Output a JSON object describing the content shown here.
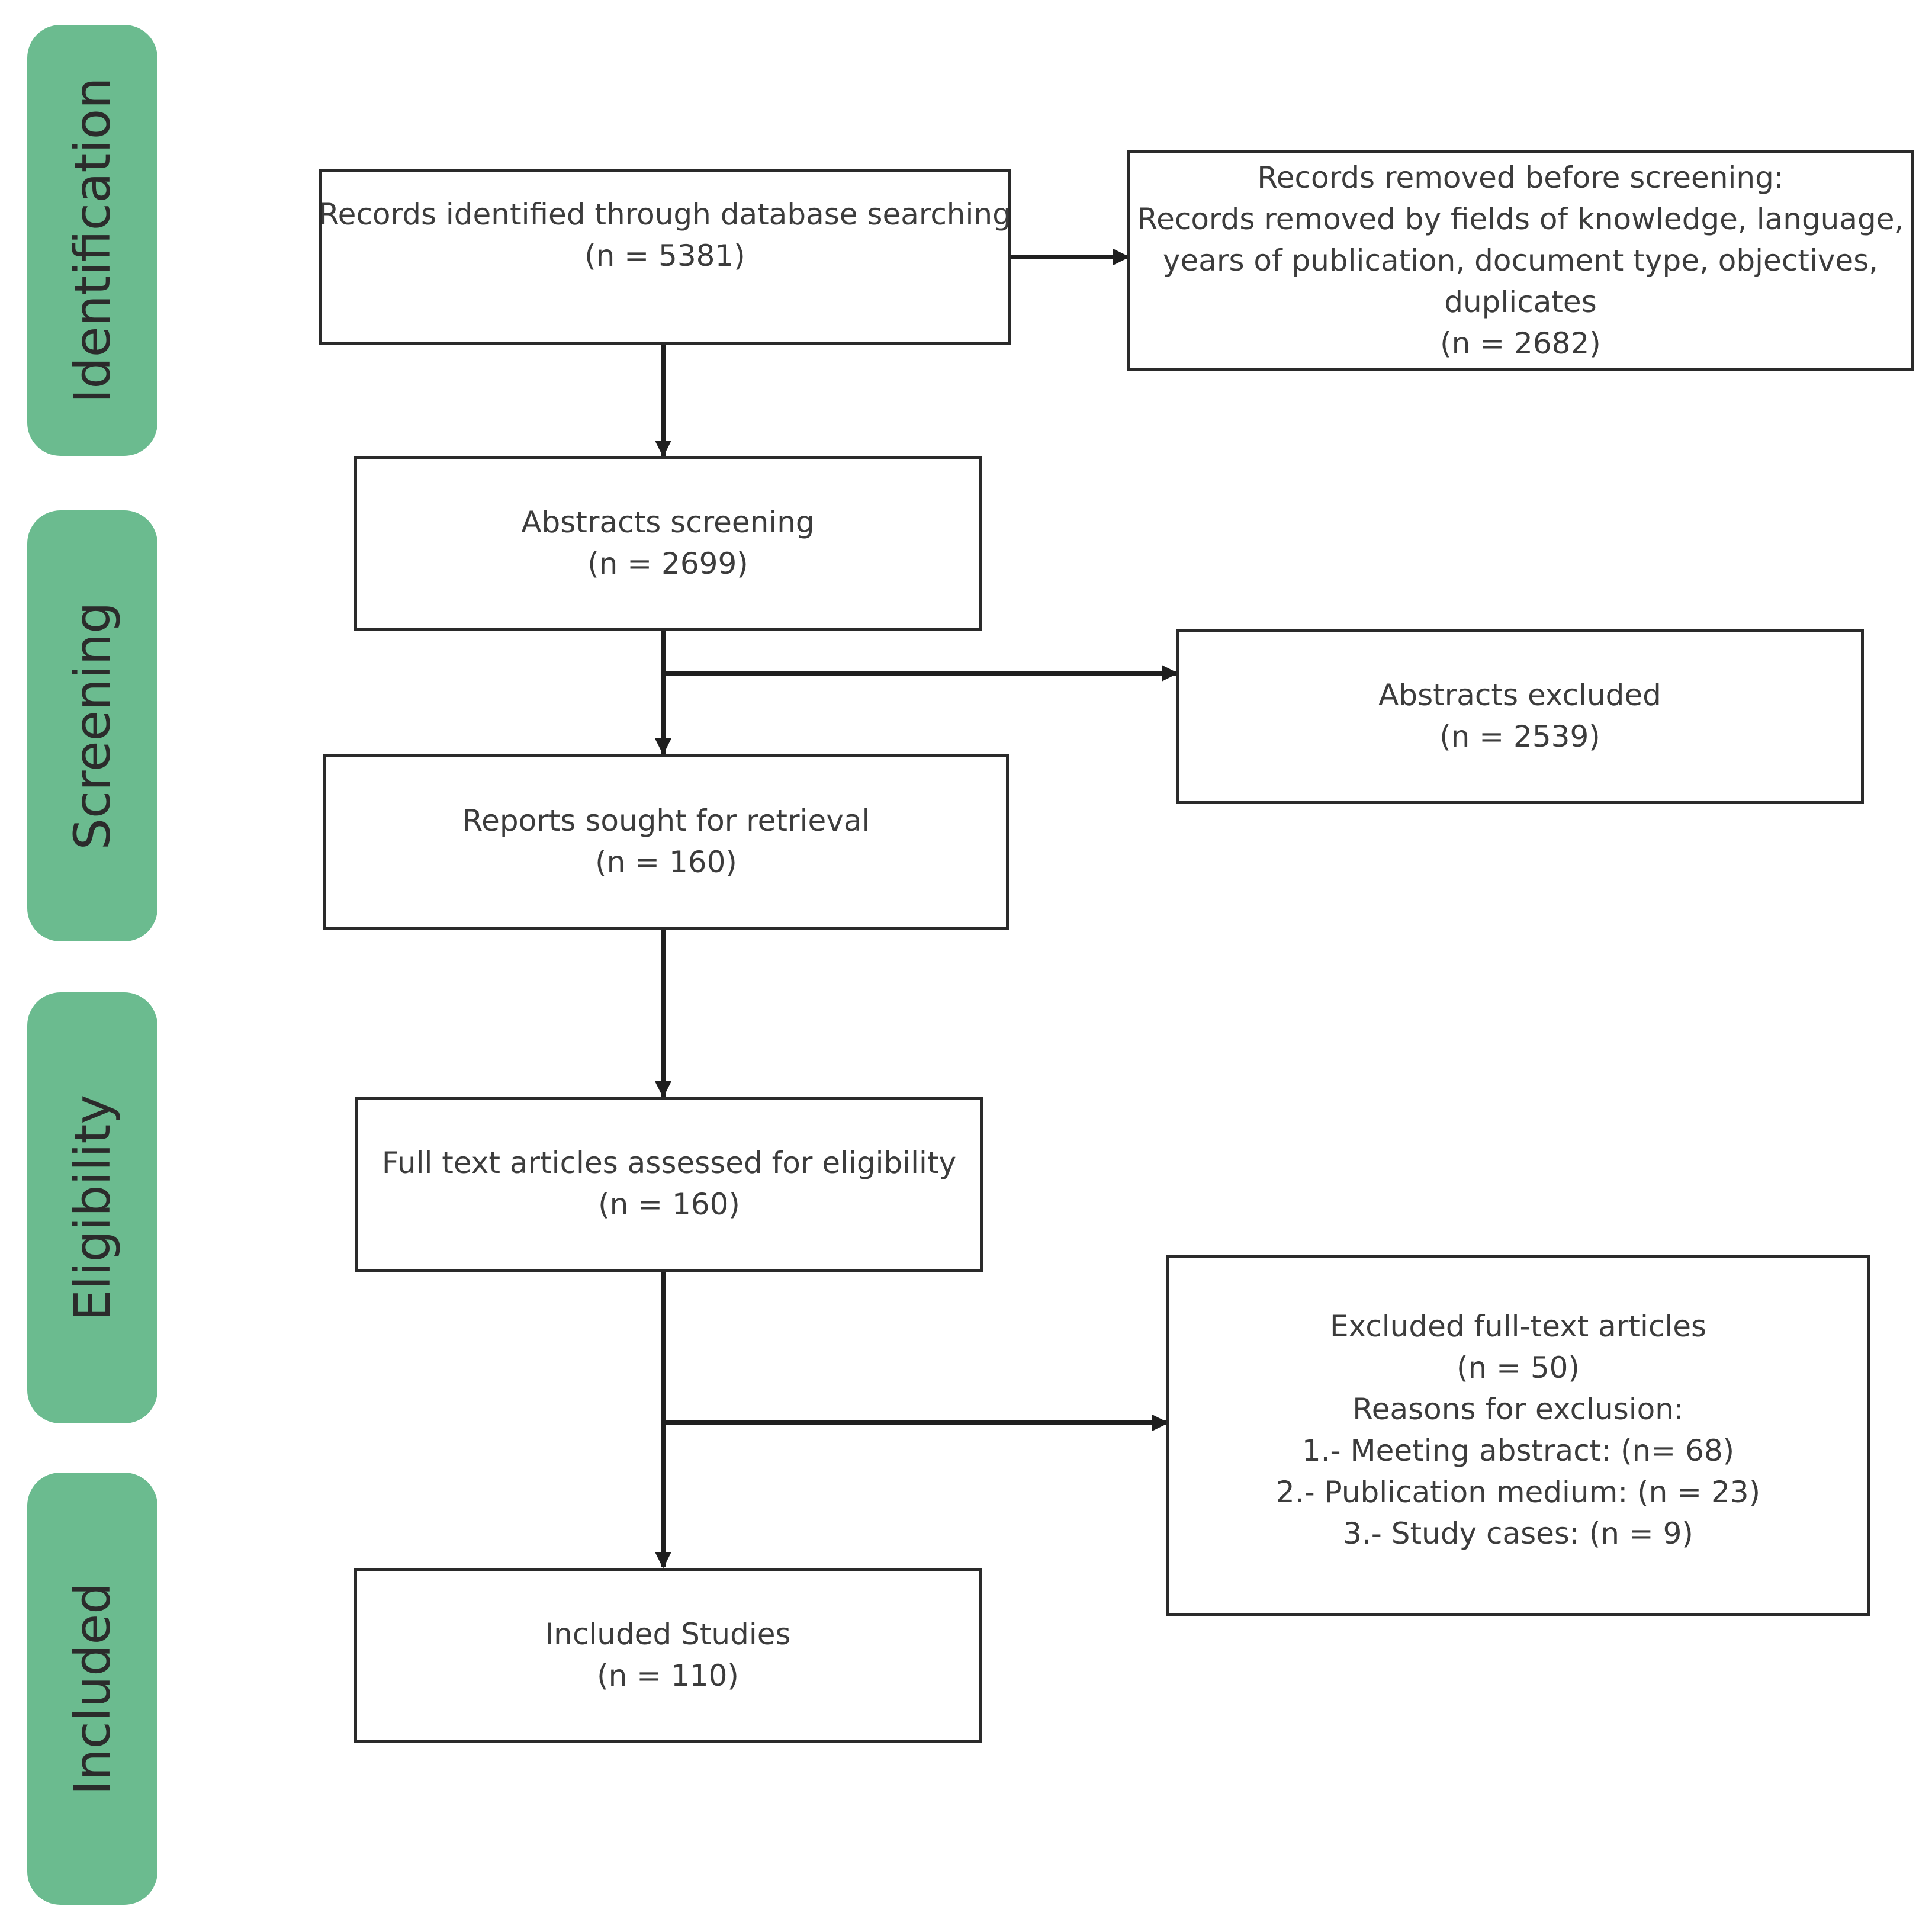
{
  "stages": [
    {
      "id": "identification",
      "label": "Identification"
    },
    {
      "id": "screening",
      "label": "Screening"
    },
    {
      "id": "eligibility",
      "label": "Eligibility"
    },
    {
      "id": "included",
      "label": "Included"
    }
  ],
  "boxes": {
    "records_identified": {
      "title": "Records identified through database searching",
      "count": "(n = 5381)"
    },
    "records_removed": {
      "title": "Records removed before screening:",
      "lines": [
        "Records removed by fields of knowledge, language,",
        "years of publication, document type, objectives,",
        "duplicates"
      ],
      "count": "(n = 2682)"
    },
    "abstracts_screening": {
      "title": "Abstracts screening",
      "count": "(n = 2699)"
    },
    "abstracts_excluded": {
      "title": "Abstracts excluded",
      "count": "(n = 2539)"
    },
    "reports_sought": {
      "title": "Reports sought for retrieval",
      "count": "(n = 160)"
    },
    "full_text_assessed": {
      "title": "Full text articles assessed for eligibility",
      "count": "(n = 160)"
    },
    "excluded_full_text": {
      "title": "Excluded full-text articles",
      "count": "(n = 50)",
      "reasons_heading": "Reasons for exclusion:",
      "reasons": [
        "1.- Meeting abstract: (n= 68)",
        "2.- Publication medium: (n = 23)",
        "3.- Study cases: (n = 9)"
      ]
    },
    "included_studies": {
      "title": "Included Studies",
      "count": "(n = 110)"
    }
  },
  "colors": {
    "stage_fill": "#6bbb8f",
    "box_border": "#2a2a2a",
    "arrow": "#1f1f1f",
    "text": "#3c3c3c"
  }
}
